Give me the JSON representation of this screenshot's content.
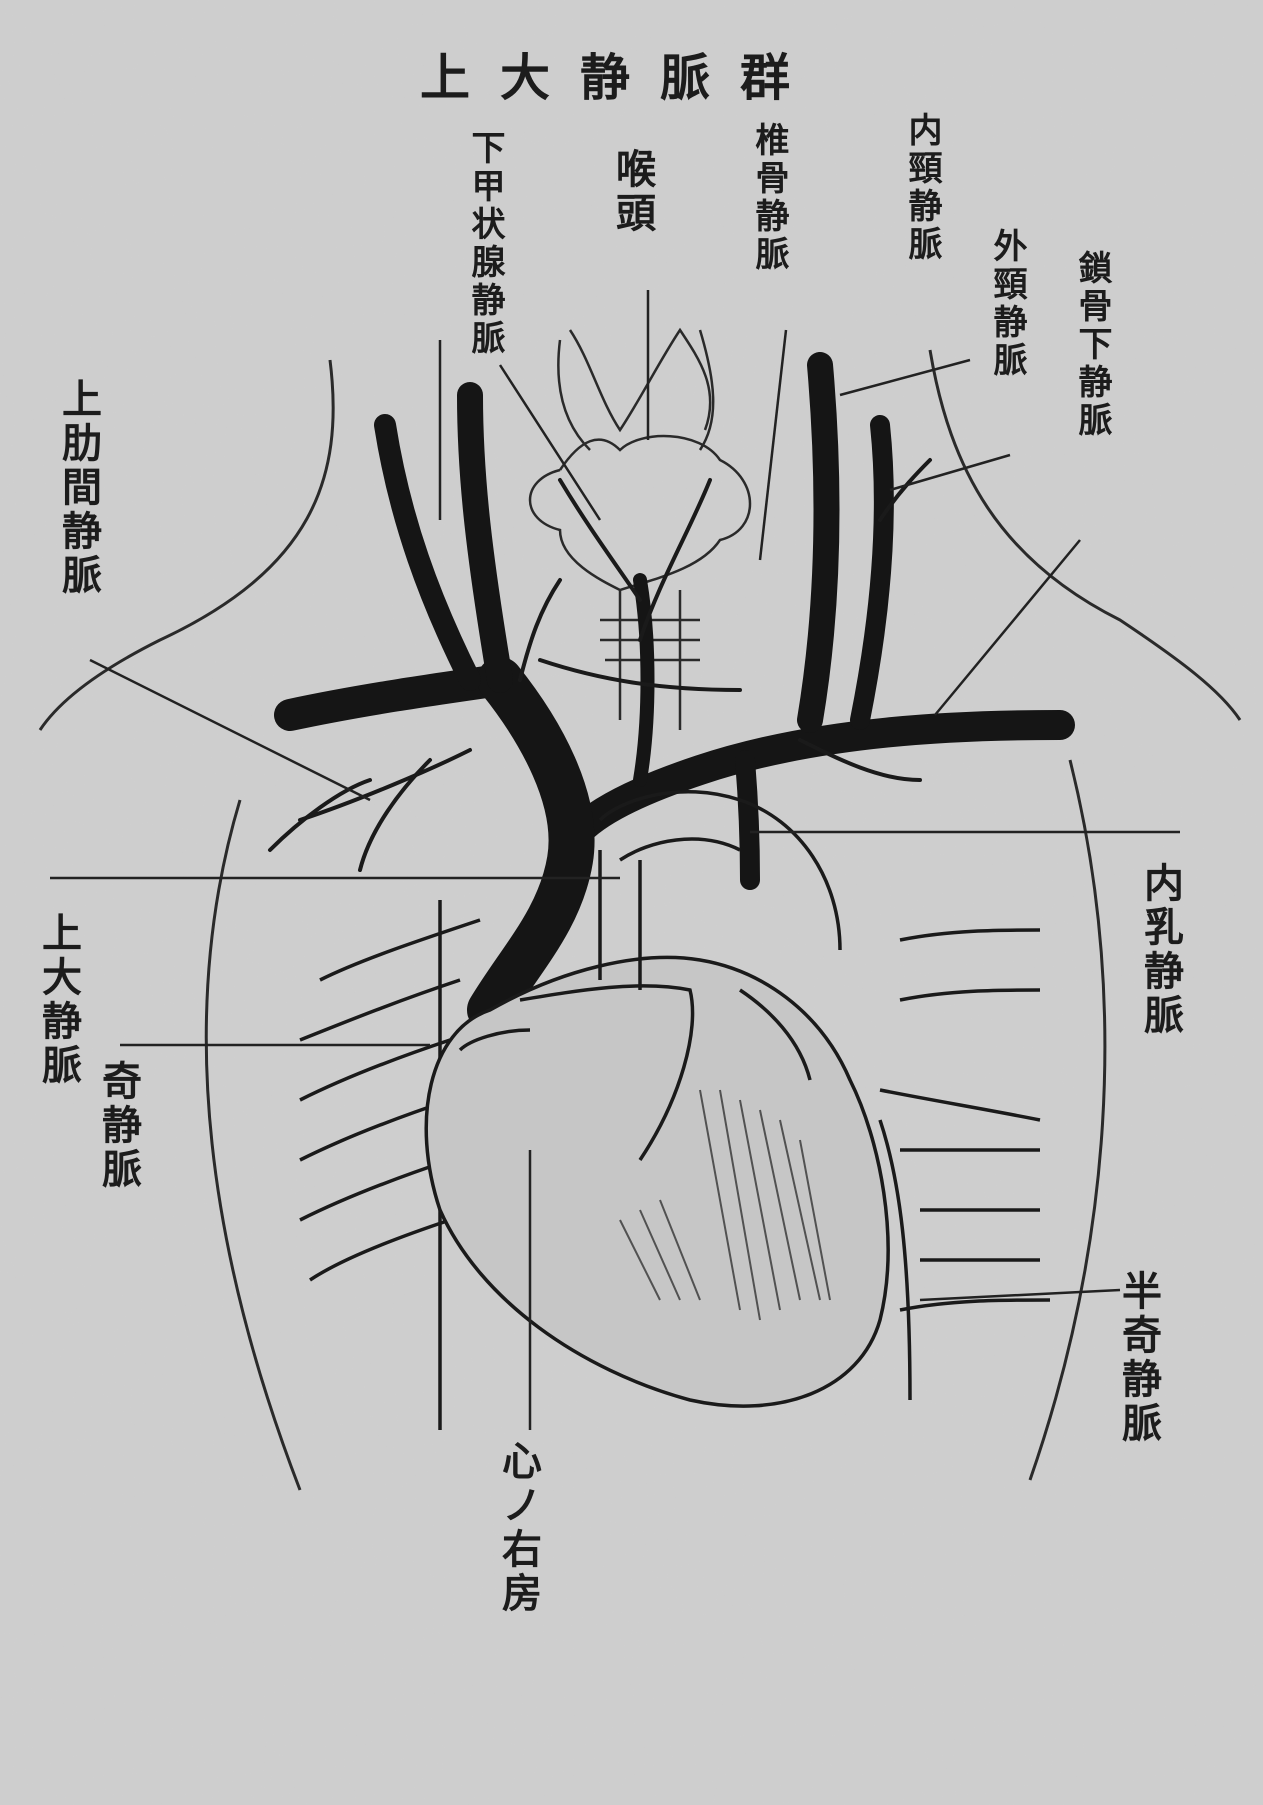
{
  "title": "上大静脈群",
  "labels": {
    "inferior_thyroid_vein": "下甲状腺静脈",
    "pharynx": "喉頭",
    "vertebral_vein": "椎骨静脈",
    "internal_jugular_vein": "内頸静脈",
    "external_jugular_vein": "外頸静脈",
    "subclavian_vein": "鎖骨下静脈",
    "superior_intercostal_vein": "上肋間静脈",
    "superior_vena_cava": "上大静脈",
    "azygos_vein": "奇静脈",
    "internal_mammary_vein": "内乳静脈",
    "hemiazygos_vein": "半奇静脈",
    "right_atrium": "心ノ右房"
  },
  "colors": {
    "paper": "#cfcfcf",
    "ink": "#1c1c1c"
  }
}
